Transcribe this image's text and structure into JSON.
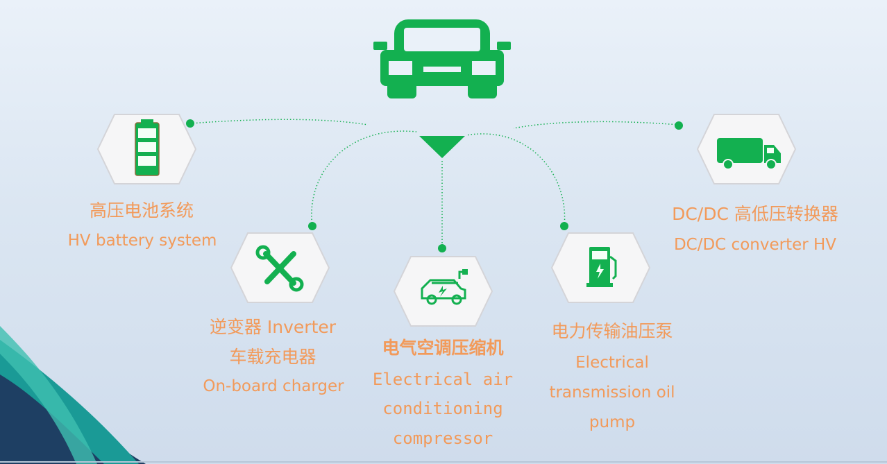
{
  "colors": {
    "green": "#13b050",
    "orange": "#f29a5a",
    "bg": "#dbe6f2"
  },
  "nodes": [
    {
      "id": "battery",
      "icon": "battery-icon",
      "cn": "高压电池系统",
      "en": "HV battery system"
    },
    {
      "id": "inverter",
      "icon": "wrench-screwdriver-icon",
      "cn1": "逆变器 Inverter",
      "cn2": "车载充电器",
      "en": "On-board charger"
    },
    {
      "id": "aircon",
      "icon": "electric-car-icon",
      "cn": "电气空调压缩机",
      "en1": "Electrical air",
      "en2": "conditioning",
      "en3": "compressor"
    },
    {
      "id": "pump",
      "icon": "charging-station-icon",
      "cn": "电力传输油压泵",
      "en1": "Electrical",
      "en2": "transmission oil",
      "en3": "pump"
    },
    {
      "id": "dcdc",
      "icon": "truck-icon",
      "cn": "DC/DC 高低压转换器",
      "en": "DC/DC converter HV"
    }
  ]
}
